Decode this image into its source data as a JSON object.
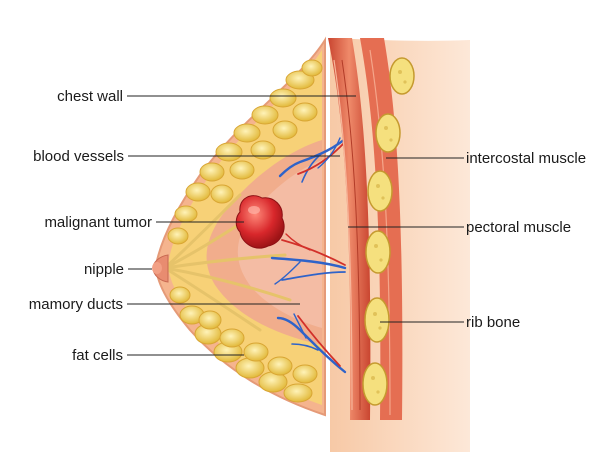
{
  "labels": {
    "chest_wall": "chest wall",
    "blood_vessels": "blood vessels",
    "malignant_tumor": "malignant tumor",
    "nipple": "nipple",
    "mamory_ducts": "mamory ducts",
    "fat_cells": "fat cells",
    "intercostal_muscle": "intercostal muscle",
    "pectoral_muscle": "pectoral muscle",
    "rib_bone": "rib bone"
  },
  "colors": {
    "skin": "#f6c9a4",
    "fat": "#f3d670",
    "tissue": "#f0a98e",
    "muscle": "#d9563f",
    "vessel_blue": "#2f63c9",
    "vessel_red": "#d2302a",
    "tumor": "#d8272b",
    "rib": "#f5e07e"
  }
}
